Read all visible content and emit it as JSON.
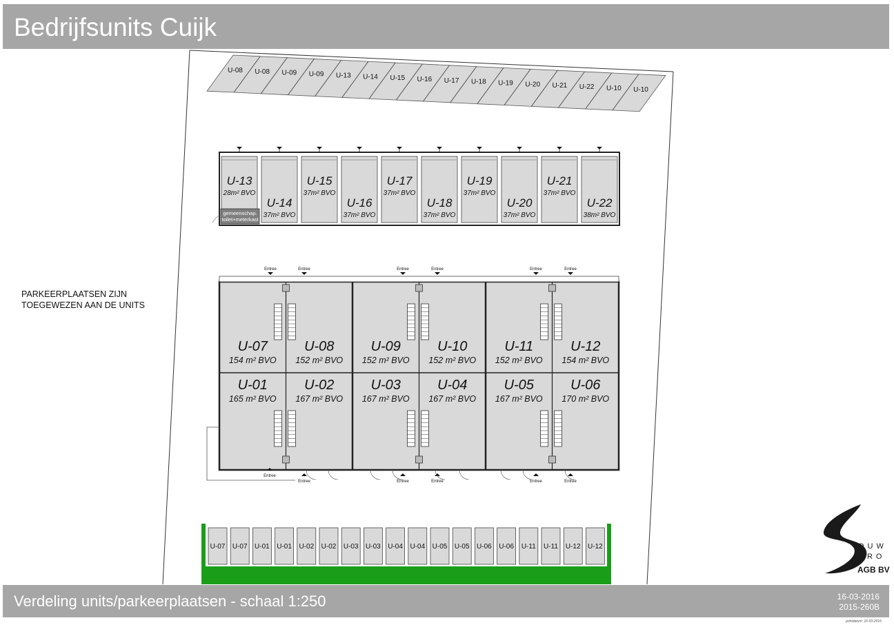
{
  "header": {
    "title": "Bedrijfsunits Cuijk"
  },
  "footer": {
    "caption": "Verdeling units/parkeerplaatsen - schaal 1:250",
    "date": "16-03-2016",
    "reference": "2015-260B",
    "print_date": "printdatum: 16-03-2016"
  },
  "note": {
    "line1": "PARKEERPLAATSEN ZIJN",
    "line2": "TOEGEWEZEN AAN DE UNITS"
  },
  "logo": {
    "line1": "OUW",
    "line2": "URO",
    "line3": "AGB BV"
  },
  "top_parking": [
    "U-08",
    "U-08",
    "U-09",
    "U-09",
    "U-13",
    "U-14",
    "U-15",
    "U-16",
    "U-17",
    "U-18",
    "U-19",
    "U-20",
    "U-21",
    "U-22",
    "U-10",
    "U-10"
  ],
  "bottom_parking": [
    "U-07",
    "U-07",
    "U-01",
    "U-01",
    "U-02",
    "U-02",
    "U-03",
    "U-03",
    "U-04",
    "U-04",
    "U-05",
    "U-05",
    "U-06",
    "U-06",
    "U-11",
    "U-11",
    "U-12",
    "U-12"
  ],
  "small_units": [
    {
      "id": "U-13",
      "area": "28m² BVO"
    },
    {
      "id": "U-14",
      "area": "37m² BVO"
    },
    {
      "id": "U-15",
      "area": "37m² BVO"
    },
    {
      "id": "U-16",
      "area": "37m² BVO"
    },
    {
      "id": "U-17",
      "area": "37m² BVO"
    },
    {
      "id": "U-18",
      "area": "37m² BVO"
    },
    {
      "id": "U-19",
      "area": "37m² BVO"
    },
    {
      "id": "U-20",
      "area": "37m² BVO"
    },
    {
      "id": "U-21",
      "area": "37m² BVO"
    },
    {
      "id": "U-22",
      "area": "38m² BVO"
    }
  ],
  "shared_room": {
    "line1": "gemeenschap.",
    "line2": "toilet+meterkast"
  },
  "large_units_top": [
    {
      "id": "U-07",
      "area": "154 m² BVO"
    },
    {
      "id": "U-08",
      "area": "152 m² BVO"
    },
    {
      "id": "U-09",
      "area": "152 m² BVO"
    },
    {
      "id": "U-10",
      "area": "152 m² BVO"
    },
    {
      "id": "U-11",
      "area": "152 m² BVO"
    },
    {
      "id": "U-12",
      "area": "154 m² BVO"
    }
  ],
  "large_units_bottom": [
    {
      "id": "U-01",
      "area": "165 m² BVO"
    },
    {
      "id": "U-02",
      "area": "167 m² BVO"
    },
    {
      "id": "U-03",
      "area": "167 m² BVO"
    },
    {
      "id": "U-04",
      "area": "167 m² BVO"
    },
    {
      "id": "U-05",
      "area": "167 m² BVO"
    },
    {
      "id": "U-06",
      "area": "170 m² BVO"
    }
  ],
  "entrance_label": "Entree",
  "colors": {
    "bar": "#a6a6a6",
    "unit_fill": "#d9d9d9",
    "green_strip": "#1a9e1a",
    "shared_room": "#7f7f7f",
    "walls": "#222222"
  }
}
